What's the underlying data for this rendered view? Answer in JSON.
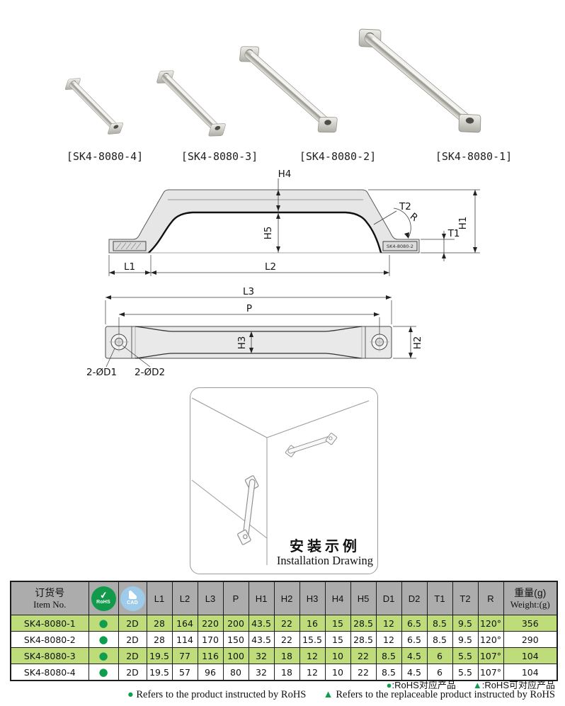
{
  "products": [
    {
      "label": "[SK4-8080-4]"
    },
    {
      "label": "[SK4-8080-3]"
    },
    {
      "label": "[SK4-8080-2]"
    },
    {
      "label": "[SK4-8080-1]"
    }
  ],
  "side_labels": {
    "h4": "H4",
    "h5": "H5",
    "t2": "T2",
    "r": "R",
    "t1": "T1",
    "h1": "H1",
    "l1": "L1",
    "l2": "L2",
    "foot_right": "SK4-8080-2"
  },
  "top_labels": {
    "l3": "L3",
    "p": "P",
    "h3": "H3",
    "h2": "H2",
    "d1": "2-ØD1",
    "d2": "2-ØD2"
  },
  "installation": {
    "title_zh": "安装示例",
    "title_en": "Installation Drawing"
  },
  "table": {
    "header": {
      "item_zh": "订货号",
      "item_en": "Item No.",
      "rohs_label": "RoHS",
      "cad_label": "CAD",
      "weight_zh": "重量(g)",
      "weight_en": "Weight:(g)"
    },
    "dim_headers": [
      "L1",
      "L2",
      "L3",
      "P",
      "H1",
      "H2",
      "H3",
      "H4",
      "H5",
      "D1",
      "D2",
      "T1",
      "T2",
      "R"
    ],
    "rows": [
      {
        "item": "SK4-8080-1",
        "rohs": "●",
        "cad": "2D",
        "values": [
          "28",
          "164",
          "220",
          "200",
          "43.5",
          "22",
          "16",
          "15",
          "28.5",
          "12",
          "6.5",
          "8.5",
          "9.5",
          "120°"
        ],
        "weight": "356"
      },
      {
        "item": "SK4-8080-2",
        "rohs": "●",
        "cad": "2D",
        "values": [
          "28",
          "114",
          "170",
          "150",
          "43.5",
          "22",
          "15.5",
          "15",
          "28.5",
          "12",
          "6.5",
          "8.5",
          "9.5",
          "120°"
        ],
        "weight": "290"
      },
      {
        "item": "SK4-8080-3",
        "rohs": "●",
        "cad": "2D",
        "values": [
          "19.5",
          "77",
          "116",
          "100",
          "32",
          "18",
          "12",
          "10",
          "22",
          "8.5",
          "4.5",
          "6",
          "5.5",
          "107°"
        ],
        "weight": "104"
      },
      {
        "item": "SK4-8080-4",
        "rohs": "●",
        "cad": "2D",
        "values": [
          "19.5",
          "57",
          "96",
          "80",
          "32",
          "18",
          "12",
          "10",
          "22",
          "8.5",
          "4.5",
          "6",
          "5.5",
          "107°"
        ],
        "weight": "104"
      }
    ]
  },
  "footer": {
    "dot_sym": "●",
    "tri_sym": "▲",
    "zh_dot": ":RoHS对应产品",
    "zh_tri": ":RoHS可对应产品",
    "en_dot": "Refers to the product instructed by RoHS",
    "en_tri": "Refers to the replaceable product instructed by RoHS"
  },
  "colors": {
    "accent_green": "#0f9e4e",
    "row_green": "#bedc79",
    "header_gray": "#acacac",
    "cad_blue": "#9ecbe9"
  }
}
